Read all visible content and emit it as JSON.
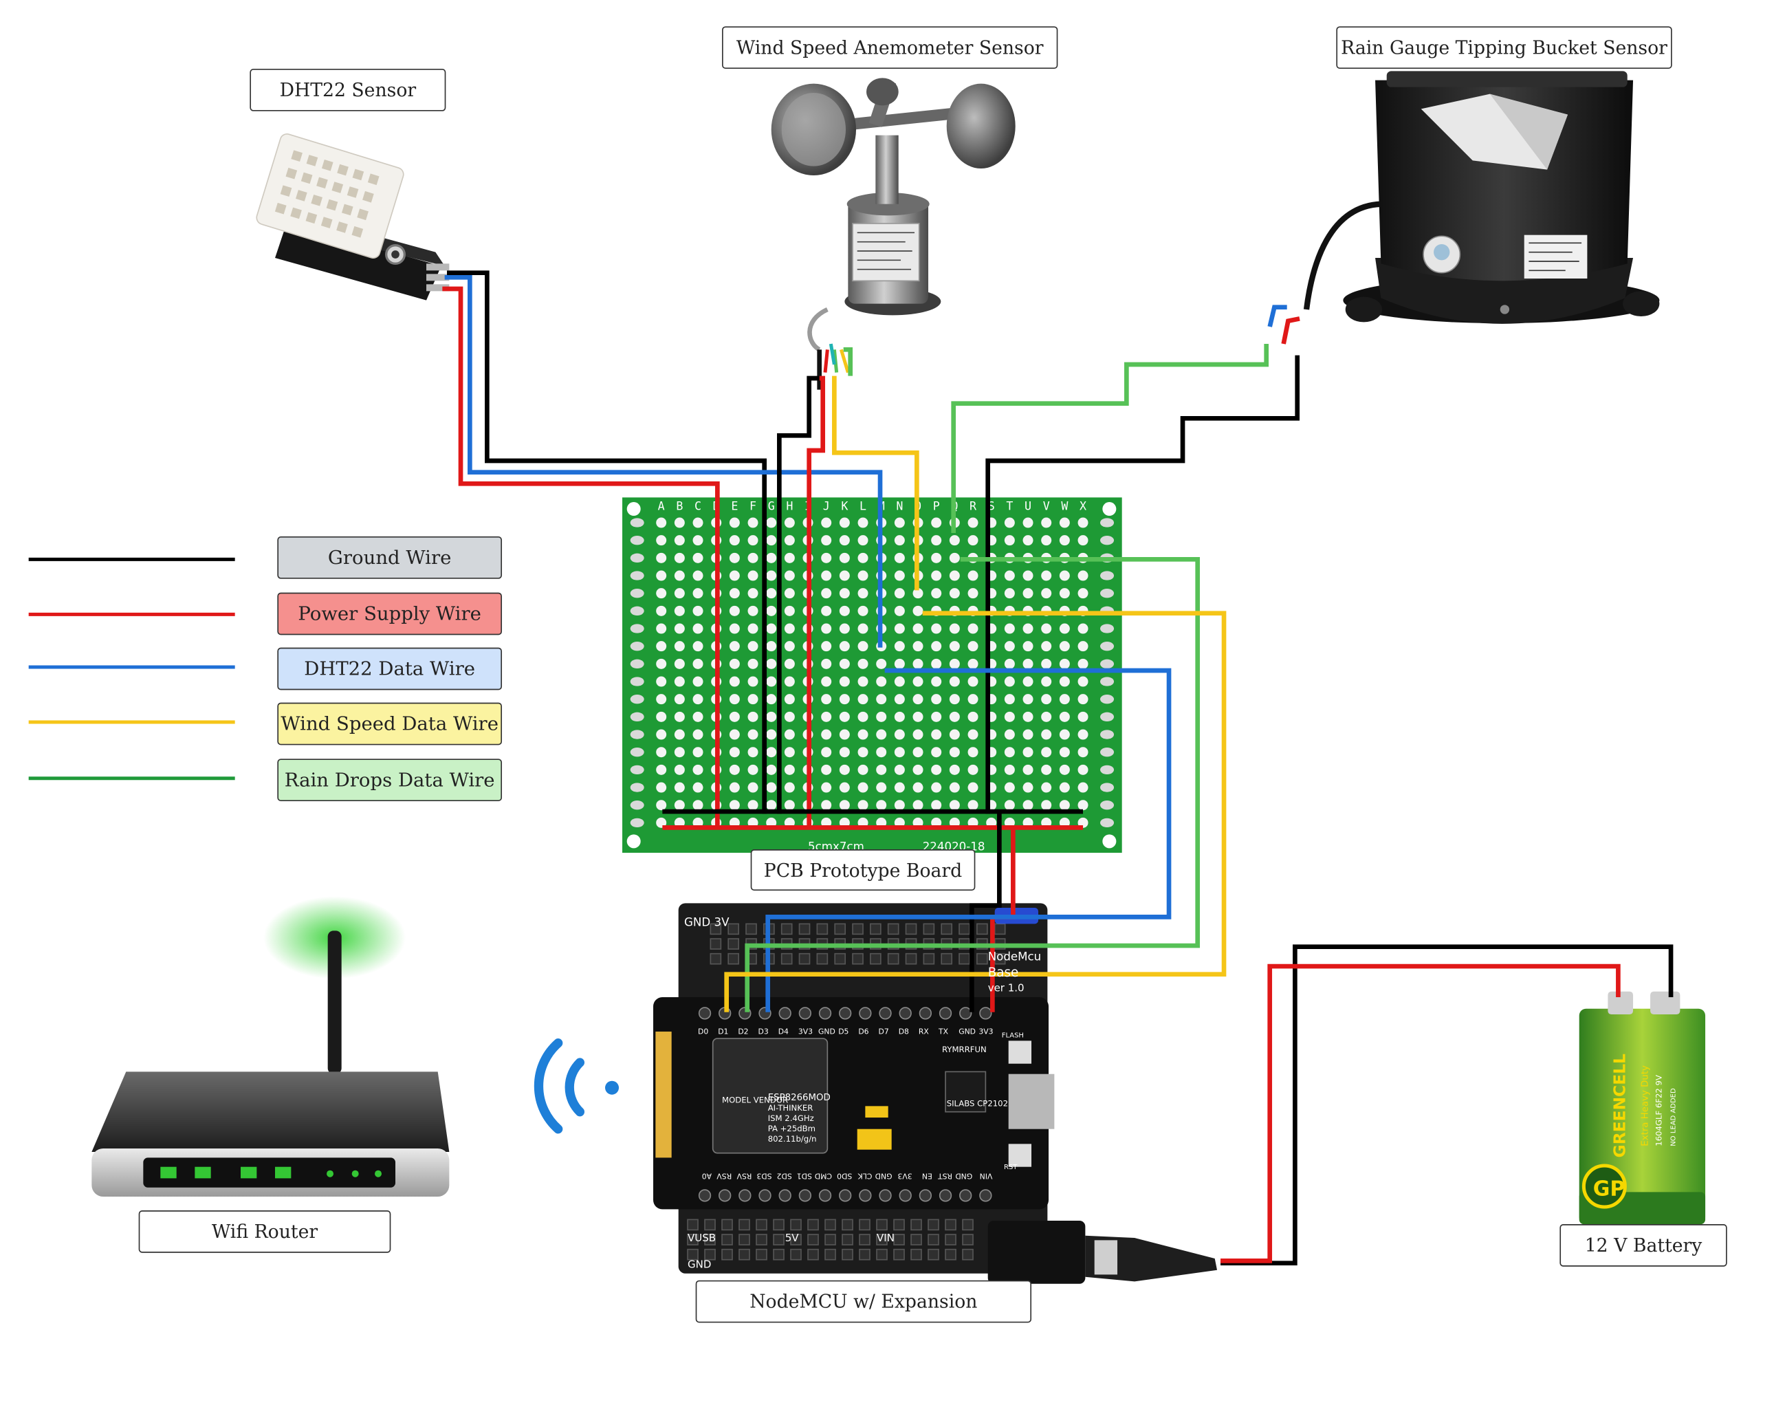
{
  "labels": {
    "dht22": "DHT22 Sensor",
    "anemometer": "Wind Speed Anemometer Sensor",
    "rain_gauge": "Rain Gauge Tipping Bucket Sensor",
    "pcb": "PCB Prototype Board",
    "router": "Wifi Router",
    "nodemcu": "NodeMCU w/ Expansion",
    "battery": "12 V Battery"
  },
  "legend": [
    {
      "label": "Ground Wire",
      "line_color": "#000000",
      "box_color": "#d3d7db"
    },
    {
      "label": "Power Supply Wire",
      "line_color": "#e01818",
      "box_color": "#f5908e"
    },
    {
      "label": "DHT22 Data Wire",
      "line_color": "#1f6fd6",
      "box_color": "#cfe2fb"
    },
    {
      "label": "Wind Speed Data Wire",
      "line_color": "#f5c518",
      "box_color": "#fbf3a0"
    },
    {
      "label": "Rain Drops Data Wire",
      "line_color": "#1f9a3a",
      "box_color": "#c9f1c6"
    }
  ],
  "pcb": {
    "column_letters": [
      "A",
      "B",
      "C",
      "D",
      "E",
      "F",
      "G",
      "H",
      "I",
      "J",
      "K",
      "L",
      "M",
      "N",
      "O",
      "P",
      "Q",
      "R",
      "S",
      "T",
      "U",
      "V",
      "W",
      "X"
    ],
    "rows": 18,
    "footer_left": "5cmx7cm",
    "footer_right": "224020-18",
    "color": "#1e9a35"
  },
  "nodemcu": {
    "top_pins": [
      "D0",
      "D1",
      "D2",
      "D3",
      "D4",
      "3V3",
      "GND",
      "D5",
      "D6",
      "D7",
      "D8",
      "RX",
      "TX",
      "GND",
      "3V3"
    ],
    "bottom_pins": [
      "A0",
      "RSV",
      "RSV",
      "SD3",
      "SD2",
      "SD1",
      "CMD",
      "SD0",
      "CLK",
      "GND",
      "3V3",
      "EN",
      "RST",
      "GND",
      "VIN"
    ],
    "module_vendor": "MODEL VENDOR",
    "module_name": "ESP8266MOD",
    "module_maker": "AI-THINKER",
    "module_spec1": "ISM 2.4GHz",
    "module_spec2": "PA +25dBm",
    "module_spec3": "802.11b/g/n",
    "chip_label": "SILABS CP2102",
    "flash": "FLASH",
    "rst": "RST",
    "brand": "RYMRRFUN",
    "expansion_title": "NodeMcu",
    "expansion_sub": "Base",
    "expansion_ver": "ver 1.0",
    "expansion_top_left": "GND 3V",
    "exp_vusb": "VUSB",
    "exp_5v": "5V",
    "exp_vin": "VIN",
    "exp_gnd": "GND"
  },
  "battery": {
    "brand": "GREENCELL",
    "sub": "Extra Heavy Duty",
    "model": "1604GLF 6F22 9V",
    "note": "NO LEAD ADDED",
    "logo": "GP"
  },
  "colors": {
    "ground": "#000000",
    "power": "#e01818",
    "dht_data": "#1f6fd6",
    "wind_data": "#f5c518",
    "rain_data": "#57c157",
    "pcb_green": "#1e9a35",
    "board_black": "#1a1a1a",
    "wifi_blue": "#1e7fd8",
    "router_green": "#3cc33c"
  }
}
